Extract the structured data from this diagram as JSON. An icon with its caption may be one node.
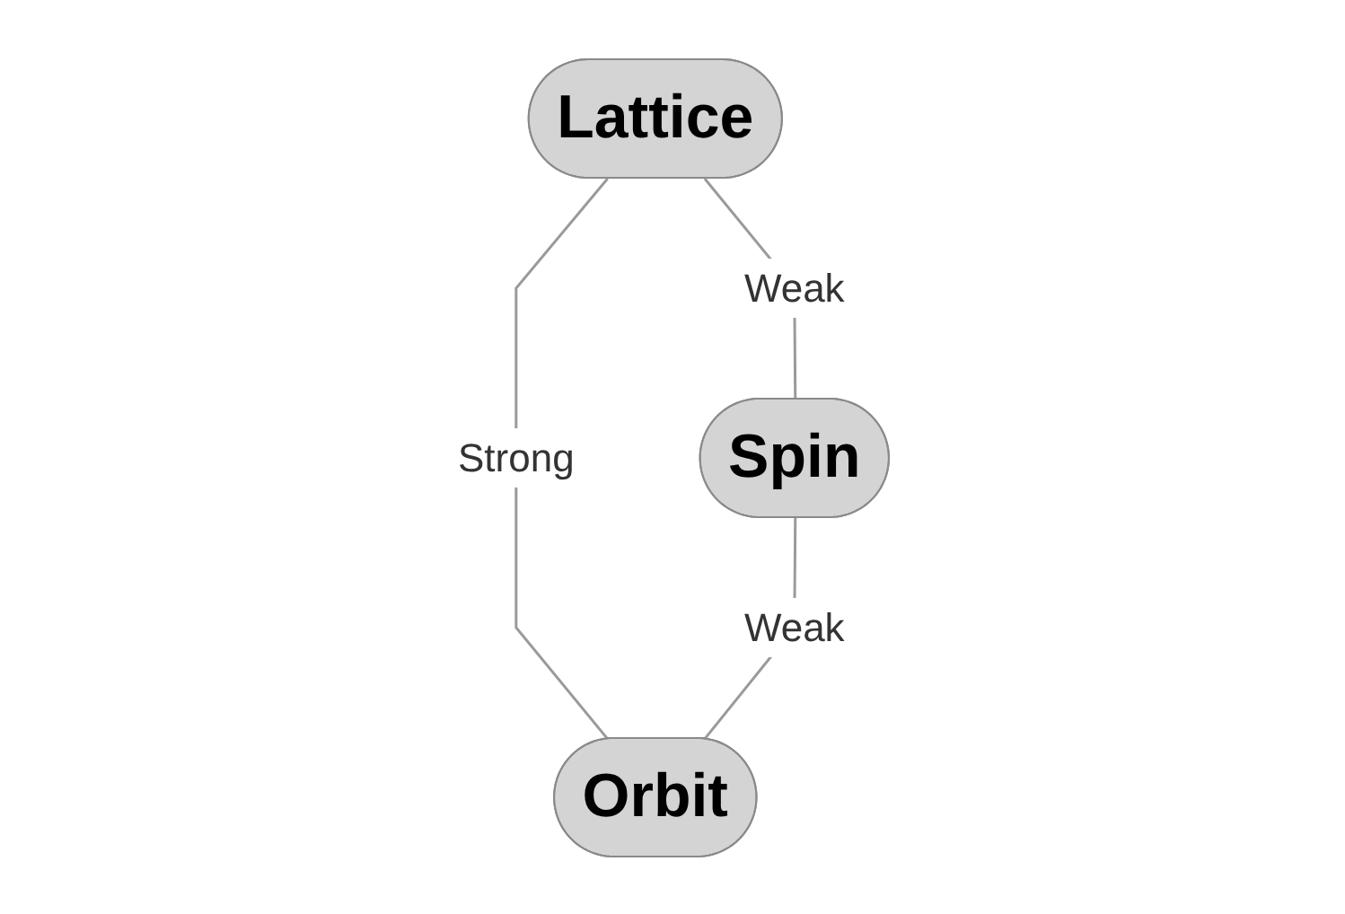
{
  "diagram": {
    "nodes": [
      {
        "text": [
          "Lattice"
        ]
      },
      {
        "text": [
          "Spin"
        ]
      },
      {
        "text": [
          "Orbit"
        ]
      }
    ],
    "edges": [
      {
        "from": 0,
        "to": 1,
        "arrow": "none",
        "label": "Weak"
      },
      {
        "from": 0,
        "to": 2,
        "arrow": "none",
        "label": "Strong"
      },
      {
        "from": 1,
        "to": 2,
        "arrow": "none",
        "label": "Weak"
      }
    ]
  }
}
